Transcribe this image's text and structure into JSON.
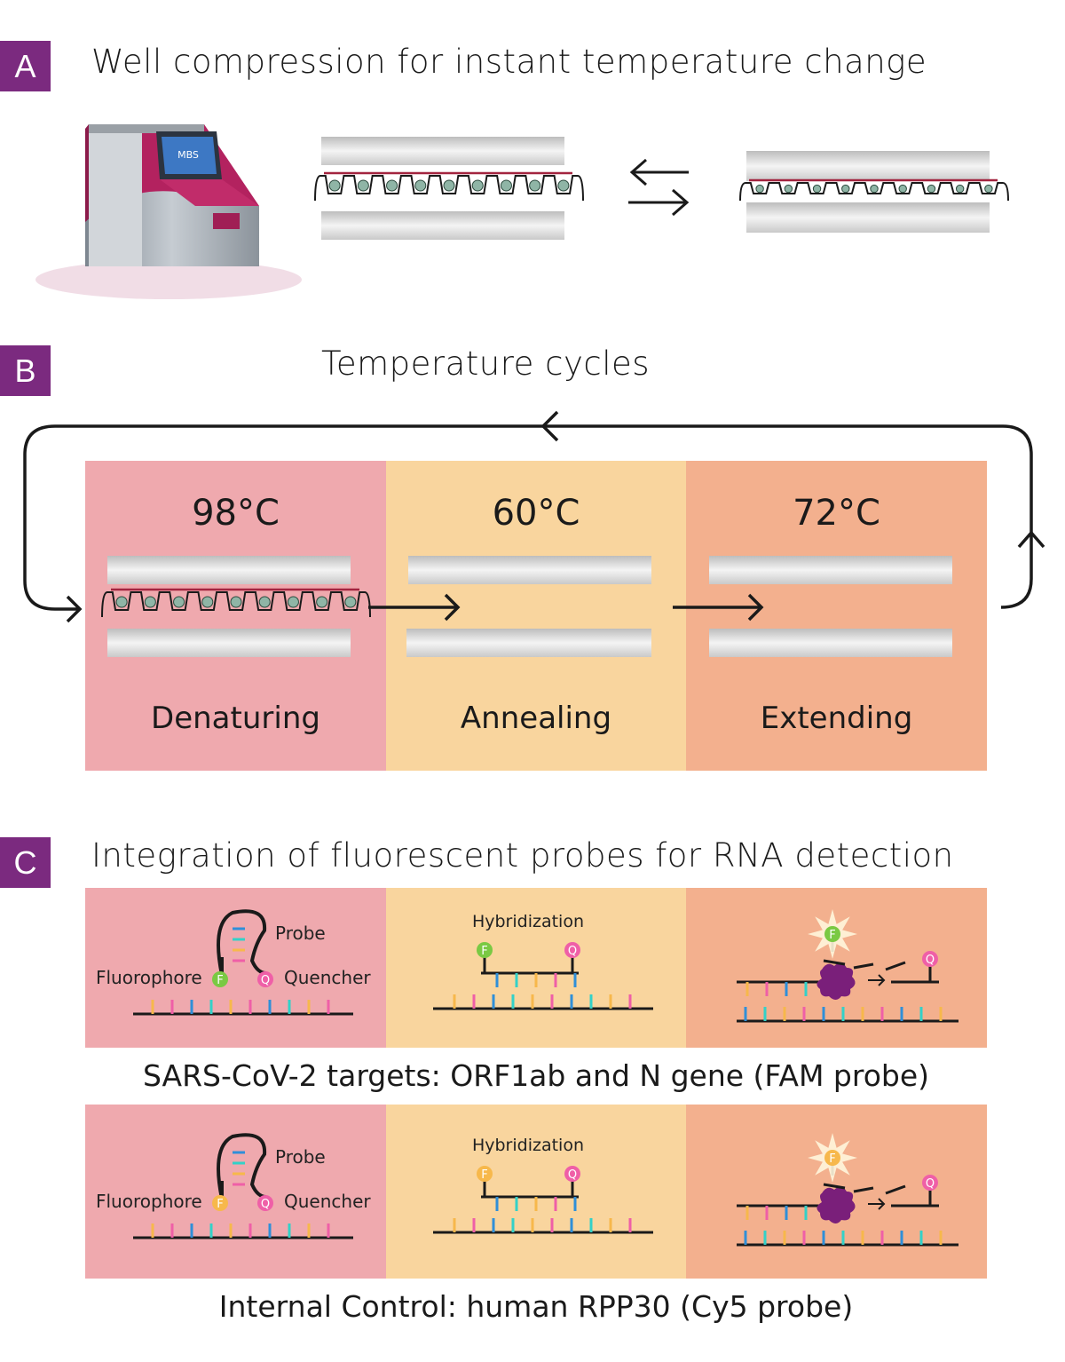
{
  "sectionA": {
    "badge": "A",
    "title": "Well compression for instant temperature change",
    "device_brand": "MBS"
  },
  "sectionB": {
    "badge": "B",
    "title": "Temperature cycles",
    "steps": [
      {
        "temp": "98°C",
        "phase": "Denaturing",
        "color": "#efa9ae"
      },
      {
        "temp": "60°C",
        "phase": "Annealing",
        "color": "#f9d59e"
      },
      {
        "temp": "72°C",
        "phase": "Extending",
        "color": "#f3b08e"
      }
    ]
  },
  "sectionC": {
    "badge": "C",
    "title": "Integration of fluorescent probes for RNA detection",
    "rows": [
      {
        "probe_label": "Probe",
        "fluorophore_label": "Fluorophore",
        "quencher_label": "Quencher",
        "hybridization_label": "Hybridization",
        "fluor_letter": "F",
        "quench_letter": "Q",
        "fluor_color": "#7ac943",
        "caption": "SARS-CoV-2 targets: ORF1ab and N gene (FAM probe)"
      },
      {
        "probe_label": "Probe",
        "fluorophore_label": "Fluorophore",
        "quencher_label": "Quencher",
        "hybridization_label": "Hybridization",
        "fluor_letter": "F",
        "quench_letter": "Q",
        "fluor_color": "#f7b84b",
        "caption": "Internal Control: human RPP30 (Cy5 probe)"
      }
    ]
  },
  "colors": {
    "badge": "#7b2a7f",
    "quencher": "#ef5fa7",
    "enzyme": "#7a1f7a",
    "tick_colors": [
      "#f7b84b",
      "#ef5fa7",
      "#2f8fd8",
      "#33d1c8"
    ]
  }
}
